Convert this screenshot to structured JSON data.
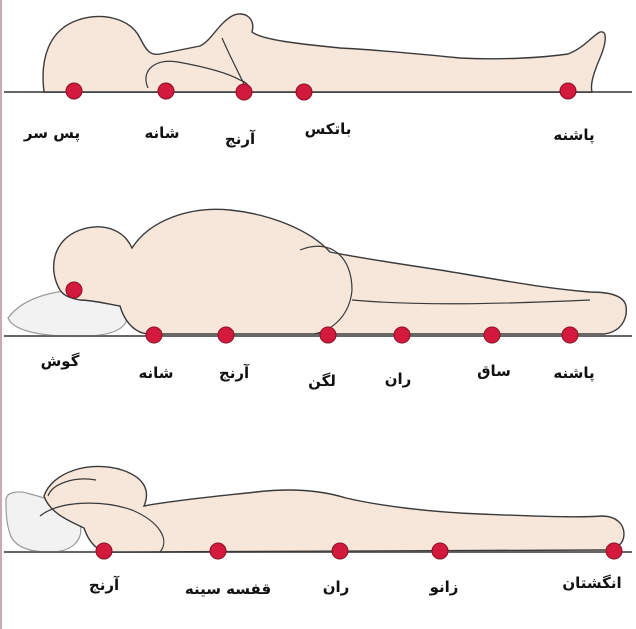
{
  "colors": {
    "skin": "#f7e6da",
    "outline": "#3a3a3a",
    "pressure_point": "#d41a3c",
    "pressure_point_edge": "#8a0f25",
    "floor": "#666666",
    "pillow": "#f2f2f2"
  },
  "positions": [
    {
      "name": "supine",
      "labels": [
        "پس سر",
        "شانه",
        "آرنج",
        "باتکس",
        "پاشنه"
      ]
    },
    {
      "name": "side-lying",
      "labels": [
        "گوش",
        "شانه",
        "آرنج",
        "لگن",
        "ران",
        "ساق",
        "پاشنه"
      ]
    },
    {
      "name": "prone",
      "labels": [
        "آرنج",
        "قفسه سینه",
        "ران",
        "زانو",
        "انگشتان"
      ]
    }
  ]
}
